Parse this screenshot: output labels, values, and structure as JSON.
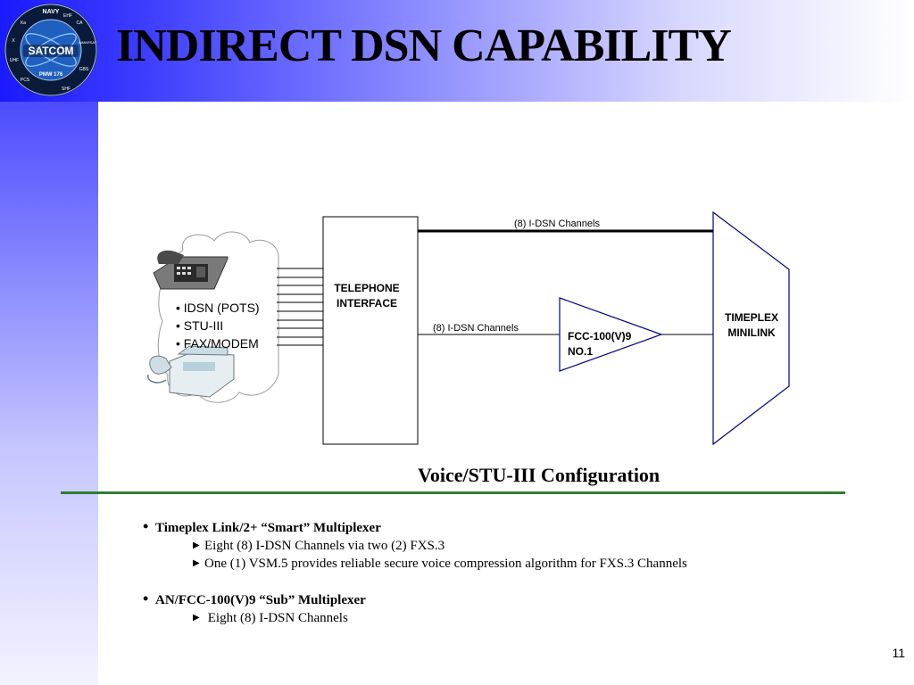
{
  "slide": {
    "title": "INDIRECT DSN CAPABILITY",
    "page_number": "11"
  },
  "logo": {
    "ring_labels": [
      "NAVY",
      "EHF",
      "CA",
      "INMARSAT",
      "GBS",
      "SHF",
      "PCS",
      "UHF",
      "Ka",
      "X"
    ],
    "center_text": "SATCOM",
    "bottom_text": "PMW 176",
    "colors": {
      "ring": "#0a1a3a",
      "inner": "#1f5fbf",
      "accent": "#9ad0ff"
    }
  },
  "diagram": {
    "cloud_list": [
      "• IDSN (POTS)",
      "• STU-III",
      "• FAX/MODEM"
    ],
    "telephone_interface_label": [
      "TELEPHONE",
      "INTERFACE"
    ],
    "top_link_label": "(8) I-DSN Channels",
    "middle_link_label": "(8) I-DSN Channels",
    "fcc_label": [
      "FCC-100(V)9",
      "NO.1"
    ],
    "timeplex_label": [
      "TIMEPLEX",
      "MINILINK"
    ],
    "colors": {
      "shape_stroke": "#000080",
      "line": "#000000"
    },
    "icons": [
      "telephone-icon",
      "fax-machine-icon"
    ]
  },
  "caption": "Voice/STU-III Configuration",
  "divider_color": "#2e7d32",
  "bullets": [
    {
      "text": "Timeplex Link/2+ “Smart” Multiplexer",
      "sub": [
        "Eight (8) I-DSN Channels via two (2) FXS.3",
        "One (1) VSM.5 provides reliable secure voice compression algorithm for FXS.3 Channels"
      ]
    },
    {
      "text": "AN/FCC-100(V)9 “Sub” Multiplexer",
      "sub": [
        " Eight (8) I-DSN Channels"
      ]
    }
  ]
}
